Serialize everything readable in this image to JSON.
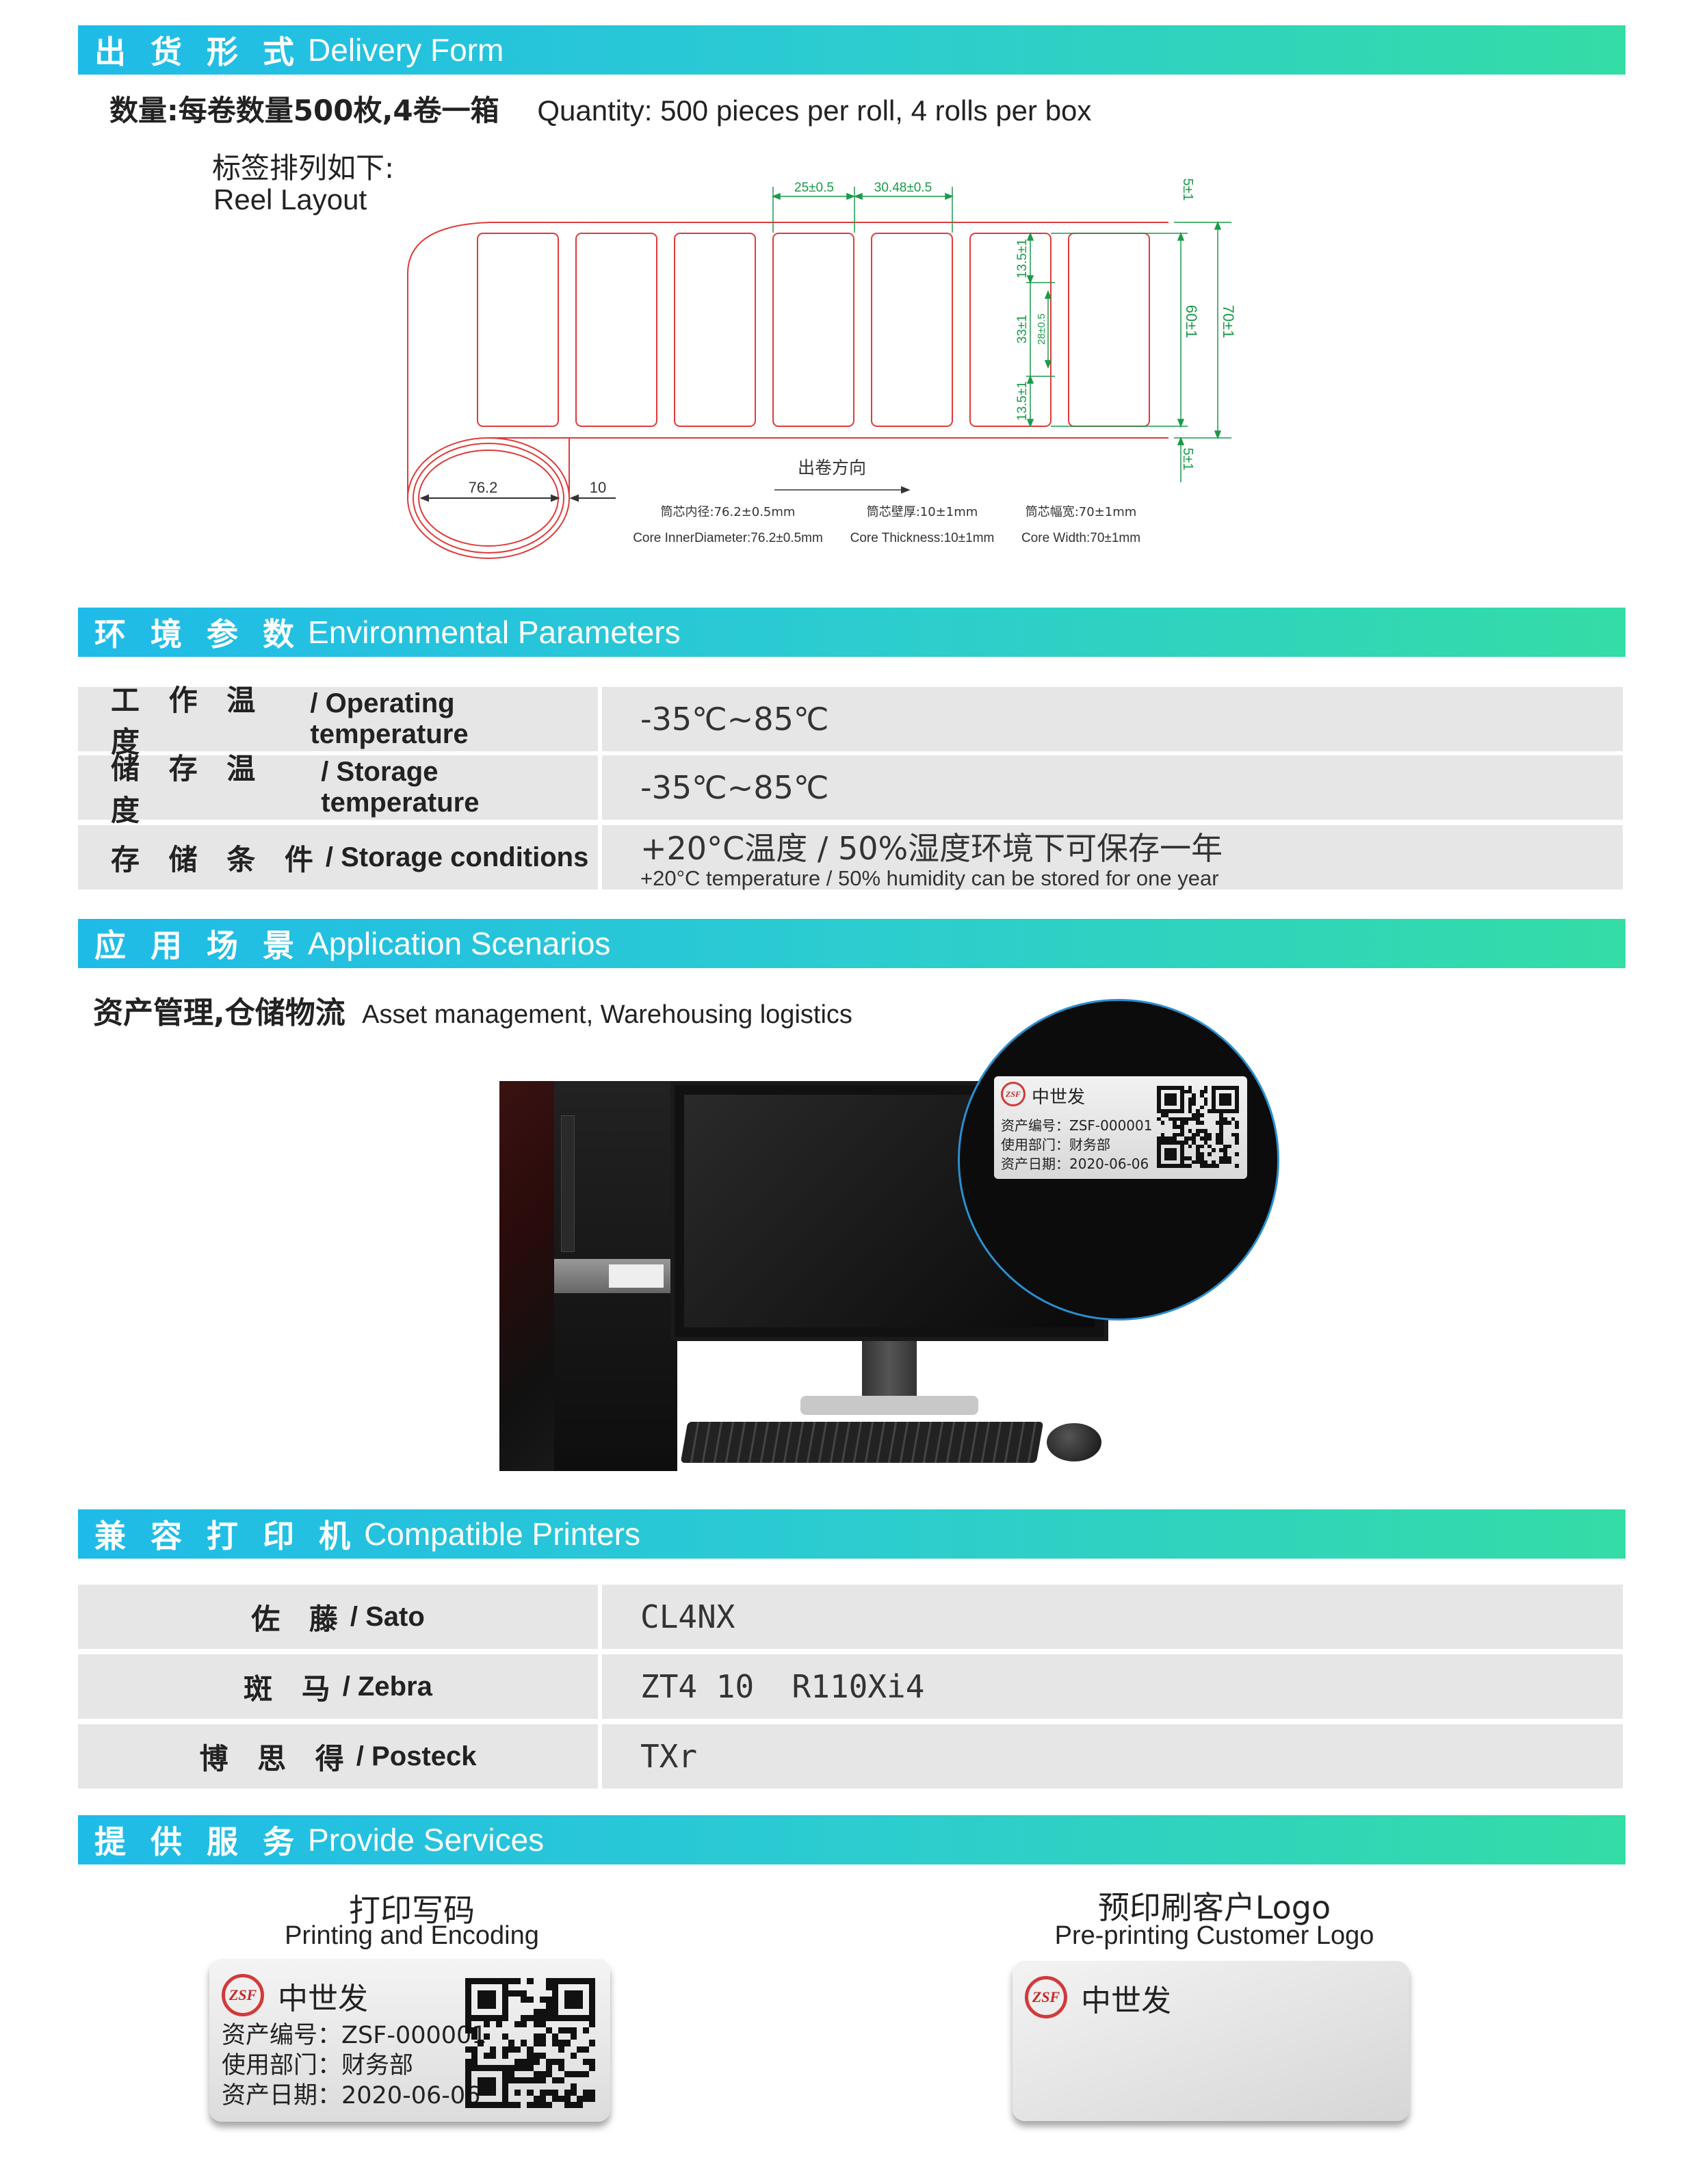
{
  "delivery": {
    "title_zh": "出 货 形 式",
    "title_en": "Delivery Form",
    "quantity_zh": "数量:每卷数量500枚,4卷一箱",
    "quantity_en": "Quantity: 500 pieces per roll, 4 rolls per box",
    "layout_zh": "标签排列如下:",
    "layout_en": "Reel Layout",
    "diagram": {
      "pitch_width": "25±0.5",
      "pitch_gap": "30.48±0.5",
      "margin_top": "5±1",
      "margin_bottom": "5±1",
      "label_height": "60±1",
      "tape_width": "70±1",
      "seg_top": "13.5±1",
      "seg_mid": "33±1",
      "seg_inner": "28±0.5",
      "seg_bottom": "13.5±1",
      "core_diameter": "76.2",
      "core_thickness": "10",
      "direction": "出卷方向",
      "specs": [
        {
          "zh": "筒芯内径:76.2±0.5mm",
          "en": "Core InnerDiameter:76.2±0.5mm"
        },
        {
          "zh": "筒芯壁厚:10±1mm",
          "en": "Core Thickness:10±1mm"
        },
        {
          "zh": "筒芯幅宽:70±1mm",
          "en": "Core Width:70±1mm"
        }
      ]
    }
  },
  "environment": {
    "title_zh": "环 境 参 数",
    "title_en": "Environmental Parameters",
    "rows": [
      {
        "zh": "工 作 温 度",
        "en": "/ Operating temperature",
        "value": "-35℃~85℃",
        "sub": ""
      },
      {
        "zh": "储 存 温 度",
        "en": "/ Storage temperature",
        "value": "-35℃~85℃",
        "sub": ""
      },
      {
        "zh": "存 储 条 件",
        "en": "/ Storage conditions",
        "value": "+20°C温度 / 50%湿度环境下可保存一年",
        "sub": "+20°C temperature / 50% humidity can be stored for one year"
      }
    ]
  },
  "application": {
    "title_zh": "应 用 场 景",
    "title_en": "Application Scenarios",
    "desc_zh": "资产管理,仓储物流",
    "desc_en": "Asset management, Warehousing logistics"
  },
  "printers": {
    "title_zh": "兼 容 打 印 机",
    "title_en": "Compatible Printers",
    "rows": [
      {
        "zh": "佐 藤",
        "en": "/ Sato",
        "model": "CL4NX"
      },
      {
        "zh": "斑 马",
        "en": "/ Zebra",
        "model": "ZT4 10  R110Xi4"
      },
      {
        "zh": "博 思 得",
        "en": "/ Posteck",
        "model": "TXr"
      }
    ]
  },
  "services": {
    "title_zh": "提 供 服 务",
    "title_en": "Provide Services",
    "items": [
      {
        "zh": "打印写码",
        "en": "Printing and Encoding"
      },
      {
        "zh": "预印刷客户Logo",
        "en": "Pre-printing Customer Logo"
      }
    ],
    "label": {
      "brand_mark": "ZSF",
      "brand": "中世发",
      "asset_no": "资产编号：ZSF-000001",
      "department": "使用部门：财务部",
      "date": "资产日期：2020-06-06"
    }
  },
  "colors": {
    "bar_start": "#1fbbe8",
    "bar_end": "#34dca6",
    "dimension": "#1a9a4a",
    "outline": "#e03a3a"
  }
}
